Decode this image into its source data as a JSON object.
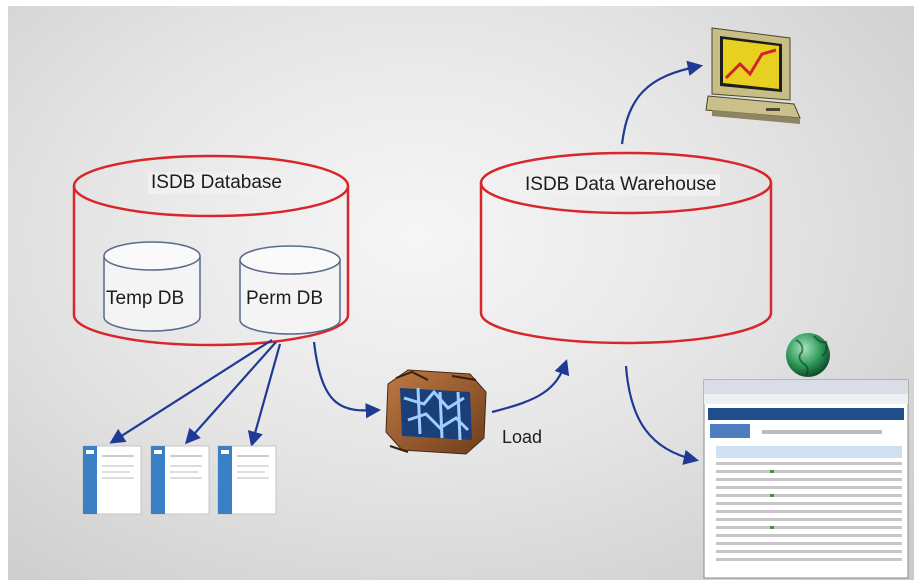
{
  "labels": {
    "isdb_database": "ISDB Database",
    "isdb_data_warehouse": "ISDB Data Warehouse",
    "temp_db": "Temp DB",
    "perm_db": "Perm DB",
    "load": "Load"
  },
  "colors": {
    "cylinder_outline": "#d9262a",
    "inner_db_outline": "#5a6a8c",
    "arrow": "#1f3a93",
    "background": "#e4e4e4"
  },
  "icons": [
    "monitor-chart-icon",
    "globe-icon",
    "document-icon",
    "transform-cube-icon",
    "report-screenshot-icon"
  ]
}
